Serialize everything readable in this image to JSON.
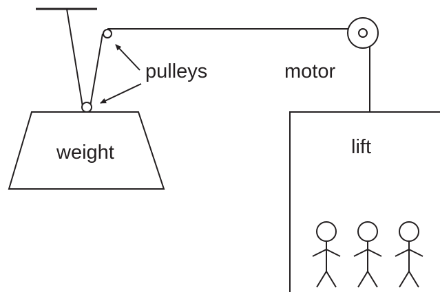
{
  "labels": {
    "pulleys": "pulleys",
    "motor": "motor",
    "weight": "weight",
    "lift": "lift"
  },
  "colors": {
    "stroke": "#231f20",
    "background": "#ffffff"
  },
  "lift_passengers": 3
}
